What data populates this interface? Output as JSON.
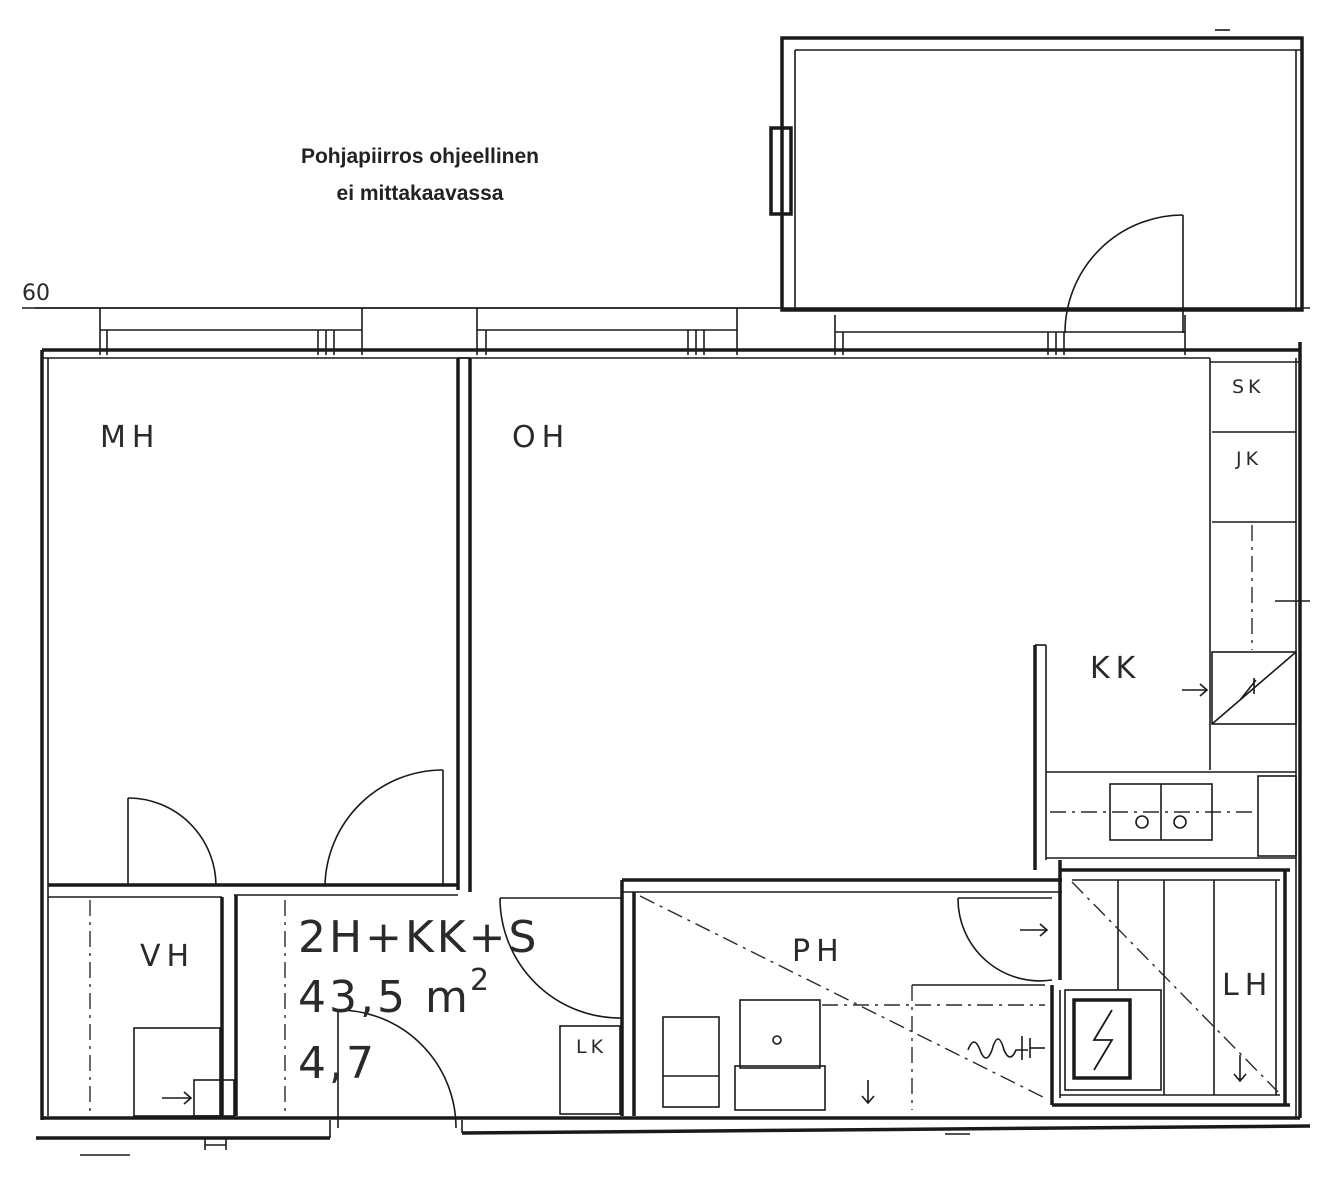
{
  "note": {
    "line1": "Pohjapiirros ohjeellinen",
    "line2": "ei mittakaavassa"
  },
  "dimension_mark": "60",
  "rooms": {
    "mh": "MH",
    "oh": "OH",
    "kk": "KK",
    "vh": "VH",
    "ph": "PH",
    "lh": "LH",
    "sk": "SK",
    "jk": "JK",
    "lk": "LK"
  },
  "apartment": {
    "type": "2H+KK+S",
    "area_value": "43,5 m",
    "area_exponent": "2",
    "code": "4,7"
  }
}
